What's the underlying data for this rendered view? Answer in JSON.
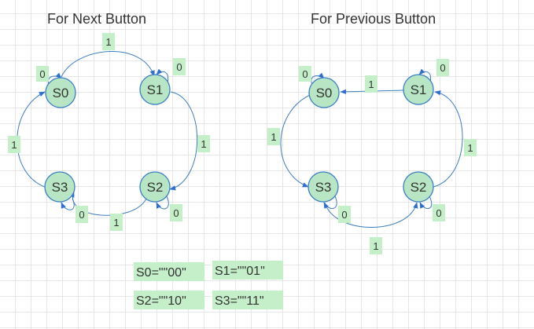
{
  "titles": {
    "next": "For  Next Button",
    "previous": "For  Previous Button"
  },
  "states": [
    "S0",
    "S1",
    "S2",
    "S3"
  ],
  "next_diagram": {
    "labels": {
      "s0_self": "0",
      "s0_s1": "1",
      "s1_self": "0",
      "s1_s2": "1",
      "s2_self": "0",
      "s2_s3": "1",
      "s3_self": "0",
      "s3_s0": "1"
    }
  },
  "previous_diagram": {
    "labels": {
      "s0_self": "0",
      "s1_s0": "1",
      "s1_self": "0",
      "s2_s1": "1",
      "s2_self": "0",
      "s3_s2": "1",
      "s3_self": "0",
      "s0_s3": "1"
    }
  },
  "encoding": {
    "s0": "S0=\"\"00\"",
    "s1": "S1=\"\"01\"",
    "s2": "S2=\"\"10\"",
    "s3": "S3=\"\"11\""
  },
  "colors": {
    "node_fill": "#b8e6c4",
    "node_stroke": "#3a7ec6",
    "label_bg": "#c4efc9",
    "edge": "#3f7dbf"
  }
}
